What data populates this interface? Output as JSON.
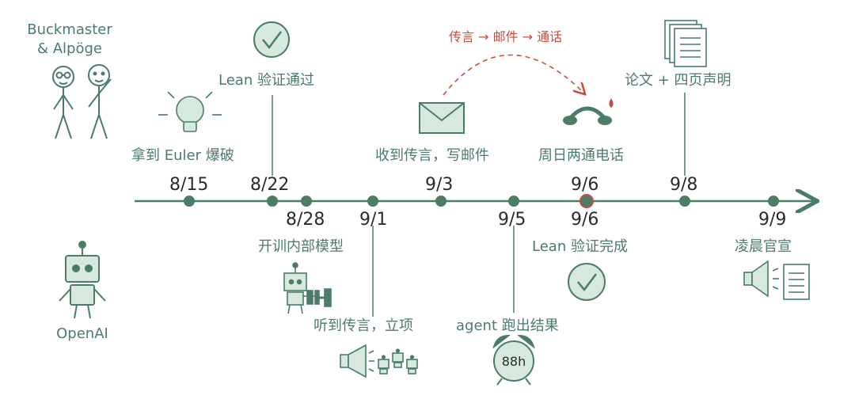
{
  "parties": {
    "top": {
      "line1": "Buckmaster",
      "line2": "& Alpöge"
    },
    "bottom": {
      "name": "OpenAI"
    }
  },
  "flow_label": "传言 → 邮件 → 通话",
  "dates": {
    "d815": "8/15",
    "d822": "8/22",
    "d828": "8/28",
    "d91": "9/1",
    "d93": "9/3",
    "d95": "9/5",
    "d96_top": "9/6",
    "d96_bottom": "9/6",
    "d98": "9/8",
    "d99": "9/9"
  },
  "events_top": {
    "euler": "拿到 Euler 爆破",
    "lean_pass": "Lean 验证通过",
    "rumor_email": "收到传言，写邮件",
    "two_calls": "周日两通电话",
    "paper": "论文 + 四页声明"
  },
  "events_bottom": {
    "train": "开训内部模型",
    "hear_rumor": "听到传言，立项",
    "agent": "agent 跑出结果",
    "lean_done": "Lean 验证完成",
    "announce": "凌晨官宣"
  },
  "timer_label": "88h",
  "colors": {
    "green": "#4a7d64",
    "green_light": "#d7e8dd",
    "red": "#cc4a3c",
    "dark": "#2b2b2b"
  },
  "icons": [
    "lightbulb-icon",
    "check-circle-icon",
    "envelope-icon",
    "phone-icon",
    "document-stack-icon",
    "robot-dumbbell-icon",
    "megaphone-robots-icon",
    "alarm-clock-icon",
    "check-circle-icon",
    "megaphone-document-icon"
  ]
}
